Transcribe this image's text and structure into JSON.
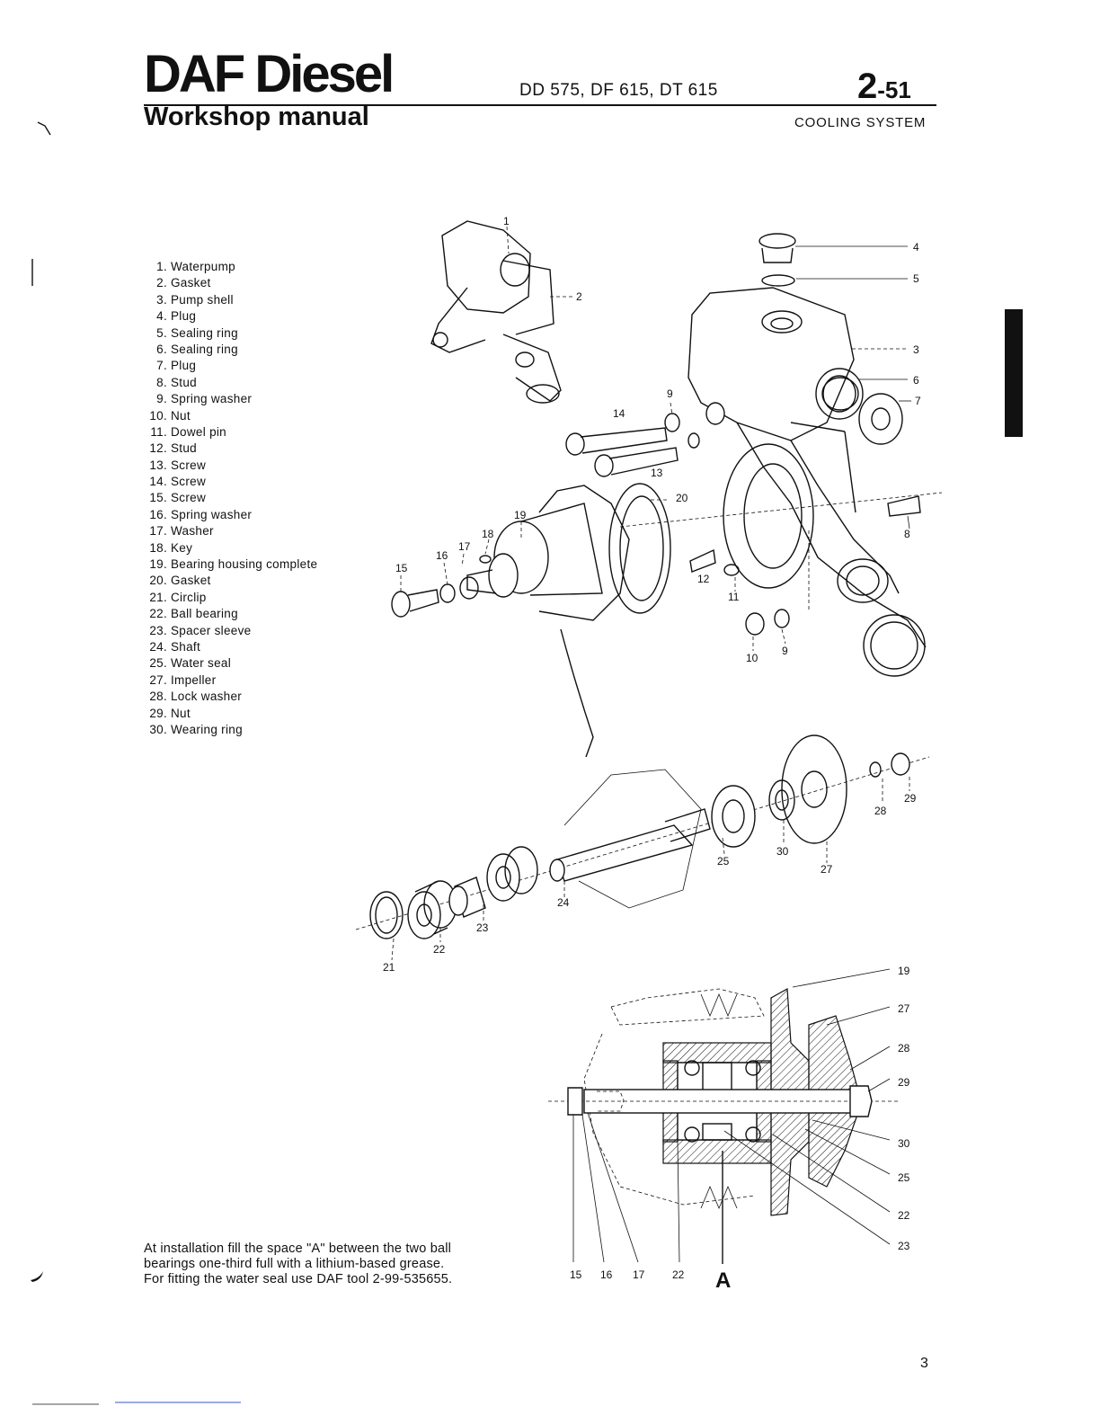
{
  "header": {
    "brand": "DAF Diesel",
    "subtitle": "Workshop manual",
    "models": "DD 575, DF 615, DT 615",
    "page_main": "2",
    "page_sub": "-51",
    "section": "COOLING SYSTEM"
  },
  "parts": [
    {
      "num": "1.",
      "name": "Waterpump"
    },
    {
      "num": "2.",
      "name": "Gasket"
    },
    {
      "num": "3.",
      "name": "Pump shell"
    },
    {
      "num": "4.",
      "name": "Plug"
    },
    {
      "num": "5.",
      "name": "Sealing ring"
    },
    {
      "num": "6.",
      "name": "Sealing ring"
    },
    {
      "num": "7.",
      "name": "Plug"
    },
    {
      "num": "8.",
      "name": "Stud"
    },
    {
      "num": "9.",
      "name": "Spring washer"
    },
    {
      "num": "10.",
      "name": "Nut"
    },
    {
      "num": "11.",
      "name": "Dowel pin"
    },
    {
      "num": "12.",
      "name": "Stud"
    },
    {
      "num": "13.",
      "name": "Screw"
    },
    {
      "num": "14.",
      "name": "Screw"
    },
    {
      "num": "15.",
      "name": "Screw"
    },
    {
      "num": "16.",
      "name": "Spring washer"
    },
    {
      "num": "17.",
      "name": "Washer"
    },
    {
      "num": "18.",
      "name": "Key"
    },
    {
      "num": "19.",
      "name": "Bearing housing complete"
    },
    {
      "num": "20.",
      "name": "Gasket"
    },
    {
      "num": "21.",
      "name": "Circlip"
    },
    {
      "num": "22.",
      "name": "Ball bearing"
    },
    {
      "num": "23.",
      "name": "Spacer sleeve"
    },
    {
      "num": "24.",
      "name": "Shaft"
    },
    {
      "num": "25.",
      "name": "Water seal"
    },
    {
      "num": "27.",
      "name": "Impeller"
    },
    {
      "num": "28.",
      "name": "Lock washer"
    },
    {
      "num": "29.",
      "name": "Nut"
    },
    {
      "num": "30.",
      "name": "Wearing ring"
    }
  ],
  "note": [
    "At installation fill the space \"A\" between the two ball",
    "bearings one-third full with a lithium-based grease.",
    "For fitting the water seal use DAF tool 2-99-535655."
  ],
  "callouts": {
    "upper": {
      "c1": "1",
      "c2": "2",
      "c3": "3",
      "c4": "4",
      "c5": "5",
      "c6": "6",
      "c7": "7",
      "c8": "8",
      "c9a": "9",
      "c9b": "9",
      "c10": "10",
      "c11": "11",
      "c12": "12",
      "c13": "13",
      "c14": "14",
      "c15": "15",
      "c16": "16",
      "c17": "17",
      "c18": "18",
      "c19": "19",
      "c20": "20"
    },
    "middle": {
      "c21": "21",
      "c22": "22",
      "c23": "23",
      "c24": "24",
      "c25": "25",
      "c27": "27",
      "c28": "28",
      "c29": "29",
      "c30": "30"
    },
    "section": {
      "r19": "19",
      "r27": "27",
      "r28": "28",
      "r29": "29",
      "r30": "30",
      "r25": "25",
      "r22": "22",
      "r23": "23",
      "b15": "15",
      "b16": "16",
      "b17": "17",
      "b22": "22",
      "bA": "A"
    }
  },
  "footer": {
    "page": "3"
  }
}
